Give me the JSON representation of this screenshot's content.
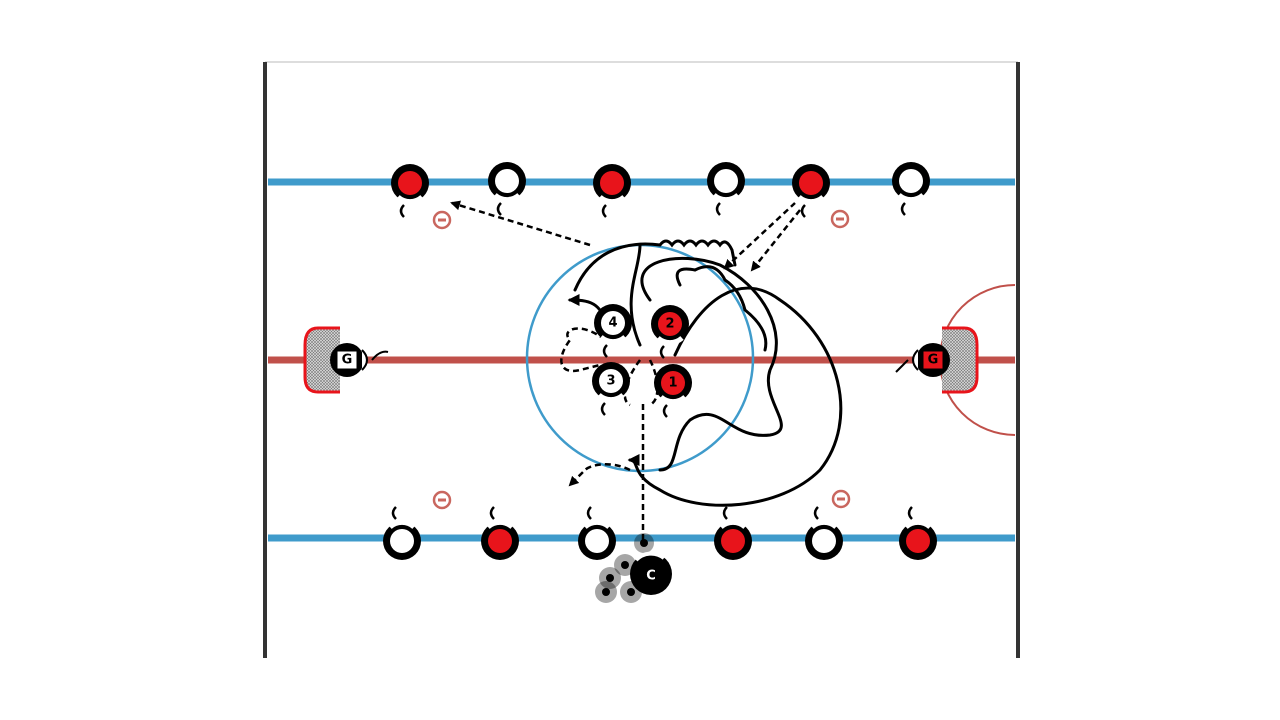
{
  "colors": {
    "blue_line": "#3f9bcb",
    "red_line": "#c0504a",
    "player_red": "#e8141b",
    "player_white": "#ffffff",
    "player_ring": "#000000",
    "board": "#333333",
    "minus_marker": "#c9675f"
  },
  "drill_players": [
    {
      "label": "4",
      "team": "white"
    },
    {
      "label": "2",
      "team": "red"
    },
    {
      "label": "3",
      "team": "white"
    },
    {
      "label": "1",
      "team": "red"
    }
  ],
  "goalies": [
    {
      "label": "G",
      "side": "left"
    },
    {
      "label": "G",
      "side": "right"
    }
  ],
  "coach": {
    "label": "C"
  },
  "top_row": [
    "red",
    "white",
    "red",
    "white",
    "red",
    "white"
  ],
  "bottom_row": [
    "white",
    "red",
    "white",
    "red",
    "white",
    "red"
  ]
}
